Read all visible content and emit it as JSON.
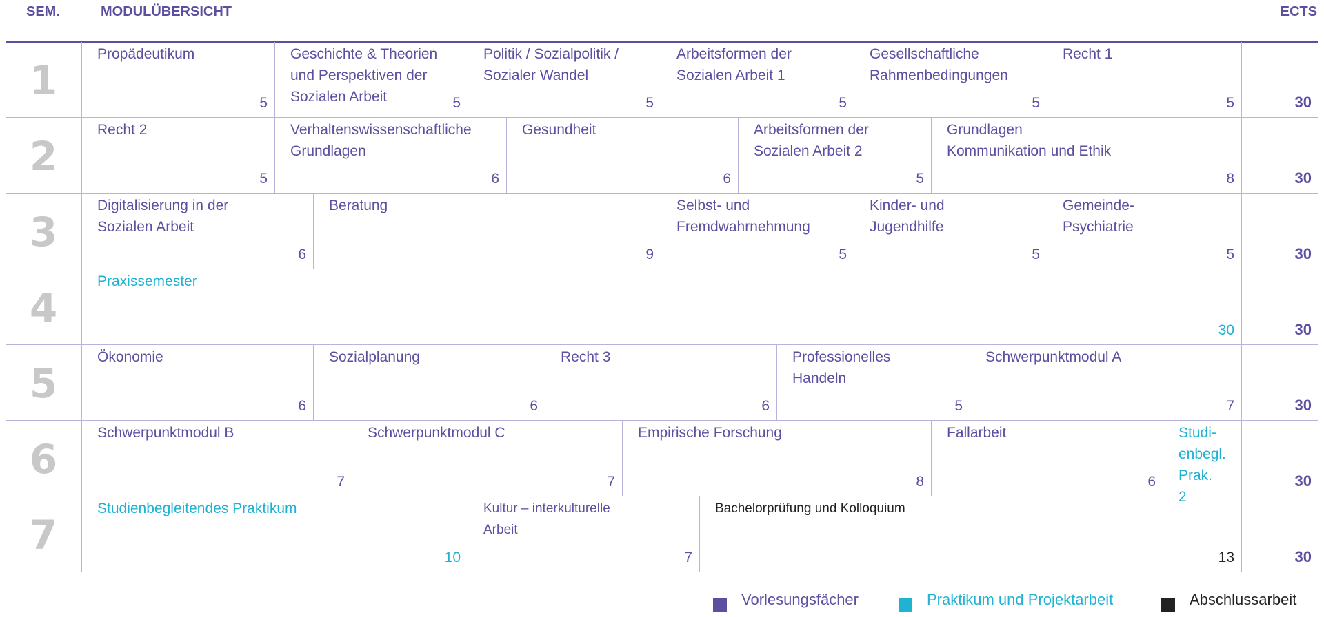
{
  "header": {
    "sem": "SEM.",
    "module": "MODULÜBERSICHT",
    "ects": "ECTS"
  },
  "colors": {
    "vorlesung": "#5b4fa0",
    "praktikum": "#1fb2d2",
    "abschluss": "#222222"
  },
  "semesters": [
    {
      "num": "1",
      "total": "30",
      "cells": [
        {
          "name": "Propädeutikum",
          "ects": "5",
          "type": "vorlesung"
        },
        {
          "name": "Geschichte & Theorien\nund Perspektiven der\nSozialen Arbeit",
          "ects": "5",
          "type": "vorlesung"
        },
        {
          "name": "Politik / Sozialpolitik /\nSozialer Wandel",
          "ects": "5",
          "type": "vorlesung"
        },
        {
          "name": "Arbeitsformen der\nSozialen Arbeit 1",
          "ects": "5",
          "type": "vorlesung"
        },
        {
          "name": "Gesellschaftliche\nRahmenbedingungen",
          "ects": "5",
          "type": "vorlesung"
        },
        {
          "name": "Recht 1",
          "ects": "5",
          "type": "vorlesung"
        }
      ]
    },
    {
      "num": "2",
      "total": "30",
      "cells": [
        {
          "name": "Recht 2",
          "ects": "5",
          "type": "vorlesung"
        },
        {
          "name": "Verhaltenswissenschaftliche\nGrundlagen",
          "ects": "6",
          "type": "vorlesung"
        },
        {
          "name": "Gesundheit",
          "ects": "6",
          "type": "vorlesung"
        },
        {
          "name": "Arbeitsformen der\nSozialen Arbeit 2",
          "ects": "5",
          "type": "vorlesung"
        },
        {
          "name": "Grundlagen\nKommunikation und Ethik",
          "ects": "8",
          "type": "vorlesung"
        }
      ]
    },
    {
      "num": "3",
      "total": "30",
      "cells": [
        {
          "name": "Digitalisierung in der\nSozialen Arbeit",
          "ects": "6",
          "type": "vorlesung"
        },
        {
          "name": "Beratung",
          "ects": "9",
          "type": "vorlesung"
        },
        {
          "name": "Selbst- und\nFremdwahrnehmung",
          "ects": "5",
          "type": "vorlesung"
        },
        {
          "name": "Kinder- und\nJugendhilfe",
          "ects": "5",
          "type": "vorlesung"
        },
        {
          "name": "Gemeinde-\nPsychiatrie",
          "ects": "5",
          "type": "vorlesung"
        }
      ]
    },
    {
      "num": "4",
      "total": "30",
      "cells": [
        {
          "name": "Praxissemester",
          "ects": "30",
          "type": "praktikum"
        }
      ]
    },
    {
      "num": "5",
      "total": "30",
      "cells": [
        {
          "name": "Ökonomie",
          "ects": "6",
          "type": "vorlesung"
        },
        {
          "name": "Sozialplanung",
          "ects": "6",
          "type": "vorlesung"
        },
        {
          "name": "Recht 3",
          "ects": "6",
          "type": "vorlesung"
        },
        {
          "name": "Professionelles Handeln",
          "ects": "5",
          "type": "vorlesung"
        },
        {
          "name": "Schwerpunktmodul A",
          "ects": "7",
          "type": "vorlesung"
        }
      ]
    },
    {
      "num": "6",
      "total": "30",
      "cells": [
        {
          "name": "Schwerpunktmodul B",
          "ects": "7",
          "type": "vorlesung"
        },
        {
          "name": "Schwerpunktmodul C",
          "ects": "7",
          "type": "vorlesung"
        },
        {
          "name": "Empirische Forschung",
          "ects": "8",
          "type": "vorlesung"
        },
        {
          "name": "Fallarbeit",
          "ects": "6",
          "type": "vorlesung"
        },
        {
          "name": "Studi-\nenbegl.\nPrak. 2",
          "ects": "",
          "type": "praktikum"
        }
      ]
    },
    {
      "num": "7",
      "total": "30",
      "cells": [
        {
          "name": "Studienbegleitendes Praktikum",
          "ects": "10",
          "type": "praktikum"
        },
        {
          "name": "Kultur – interkulturelle\nArbeit",
          "ects": "7",
          "type": "vorlesung",
          "small": true
        },
        {
          "name": "Bachelorprüfung und Kolloquium",
          "ects": "13",
          "type": "abschluss"
        }
      ]
    }
  ],
  "legend": [
    {
      "label": "Vorlesungsfächer",
      "type": "vorlesung"
    },
    {
      "label": "Praktikum und Projektarbeit",
      "type": "praktikum"
    },
    {
      "label": "Abschlussarbeit",
      "type": "abschluss"
    }
  ]
}
